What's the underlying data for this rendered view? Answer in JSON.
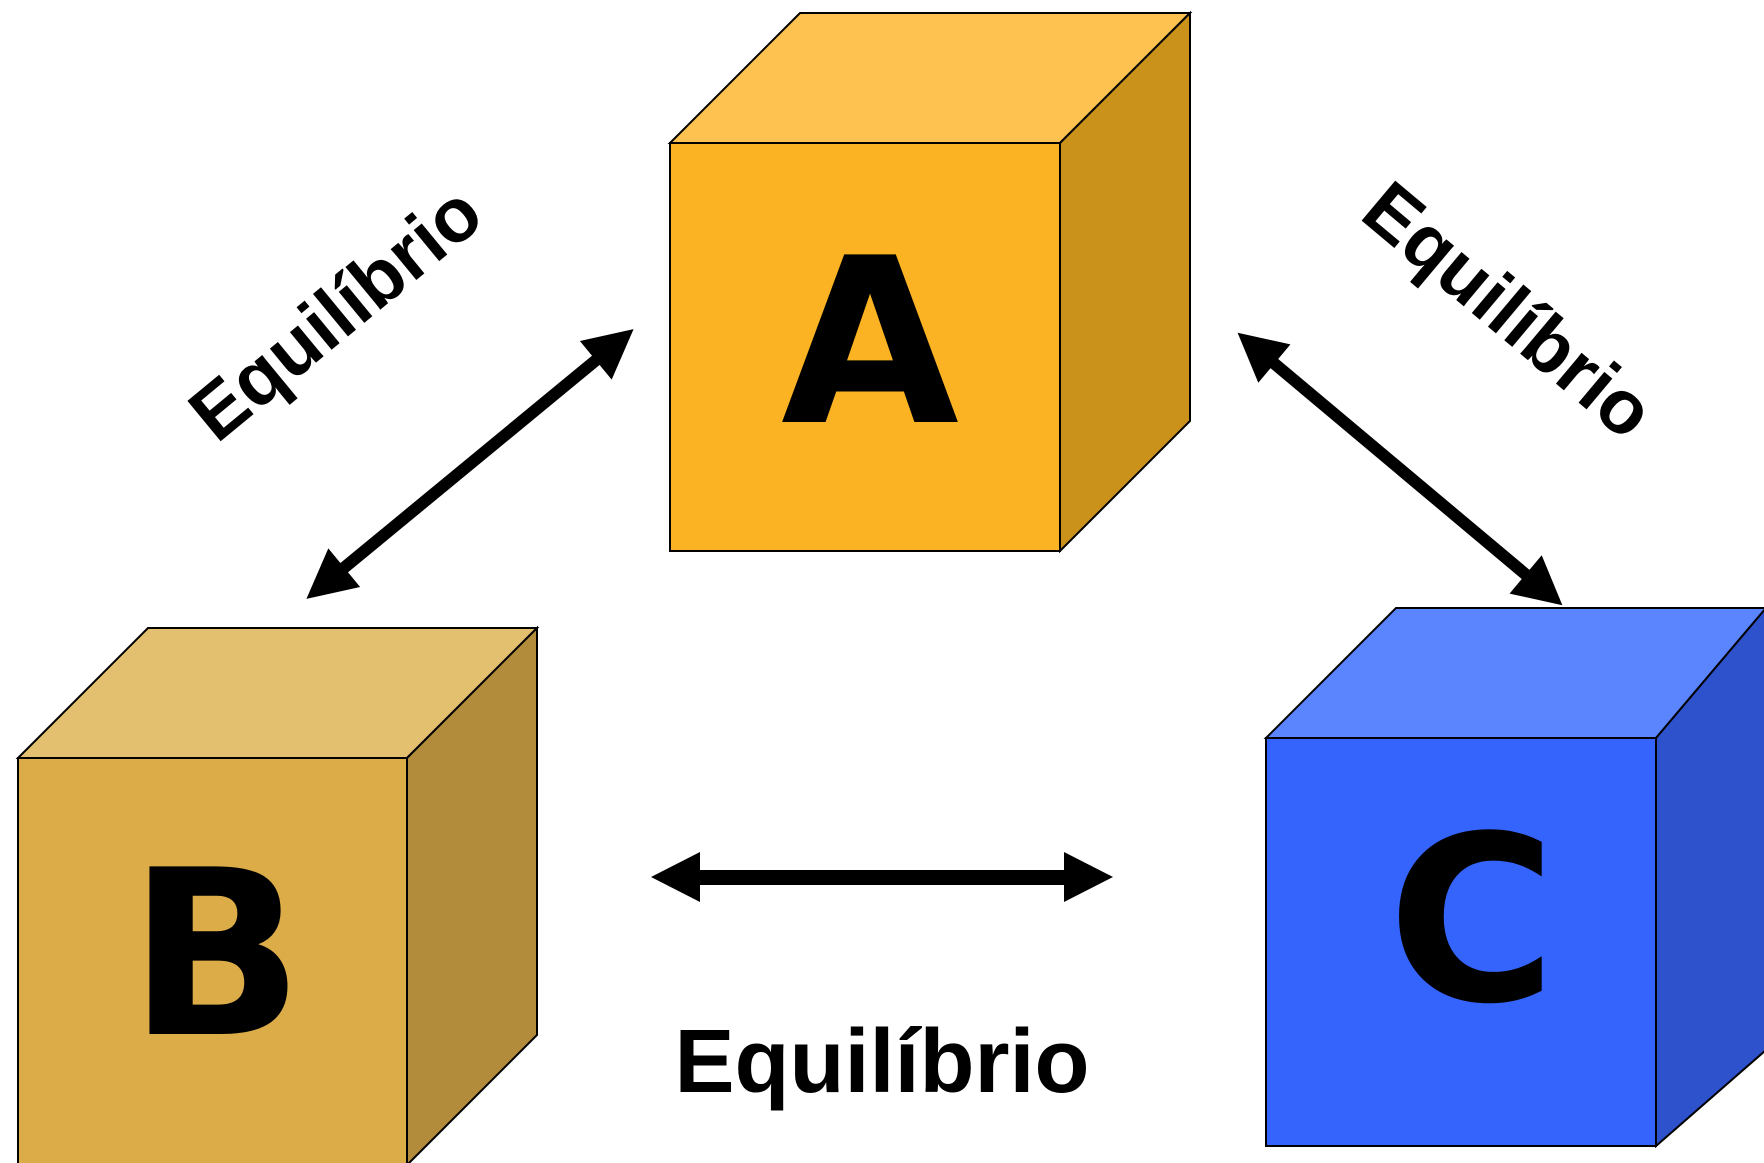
{
  "cubes": {
    "a": {
      "letter": "A",
      "front": "#FBB323",
      "top": "#FDC24F",
      "side": "#CA911B"
    },
    "b": {
      "letter": "B",
      "front": "#DBAC48",
      "top": "#E3C070",
      "side": "#B28C3B"
    },
    "c": {
      "letter": "C",
      "front": "#3564FD",
      "top": "#5B84FF",
      "side": "#2D52CC"
    }
  },
  "labels": {
    "a_b": "Equilíbrio",
    "a_c": "Equilíbrio",
    "b_c": "Equilíbrio"
  },
  "colors": {
    "outline": "#000000",
    "arrow": "#000000",
    "background": "#FFFFFF"
  }
}
